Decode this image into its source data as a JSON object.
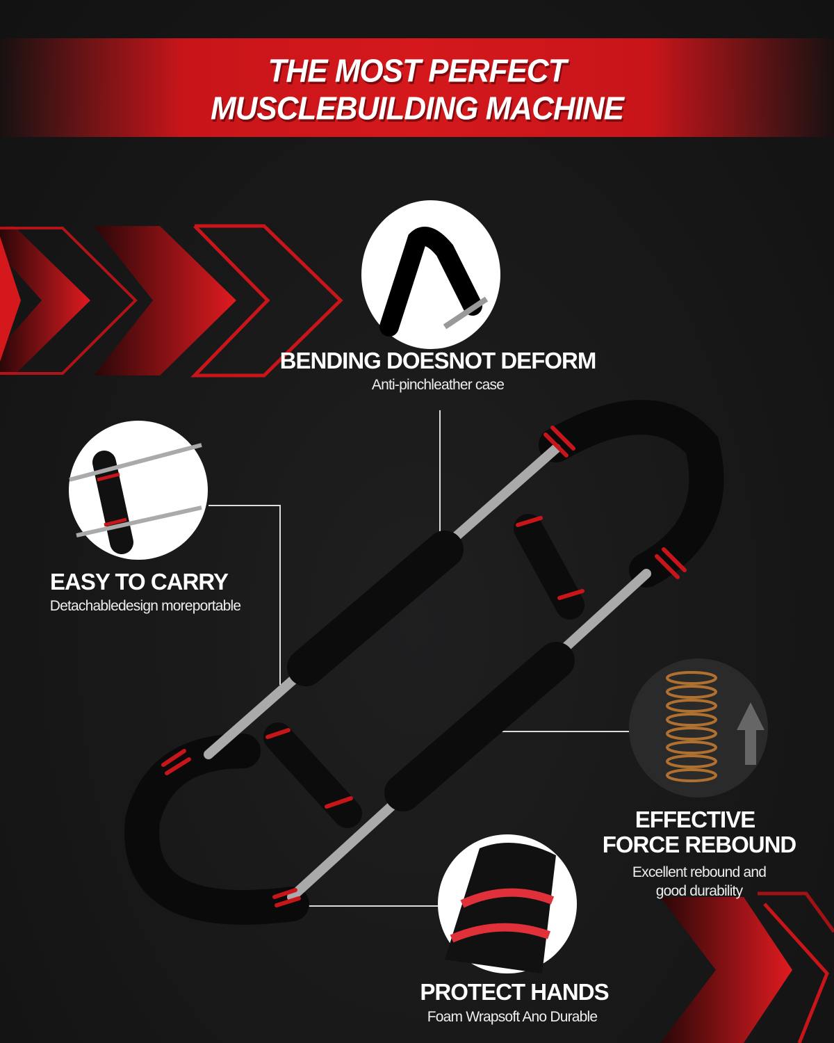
{
  "banner": {
    "line1": "THE MOST PERFECT",
    "line2": "MUSCLEBUILDING MACHINE"
  },
  "features": [
    {
      "title": "BENDING DOESNOT DEFORM",
      "subtitle": "Anti-pinchleather case"
    },
    {
      "title": "EASY TO CARRY",
      "subtitle": "Detachabledesign moreportable"
    },
    {
      "title_line1": "EFFECTIVE",
      "title_line2": "FORCE REBOUND",
      "subtitle_line1": "Excellent rebound and",
      "subtitle_line2": "good durability"
    },
    {
      "title": "PROTECT HANDS",
      "subtitle": "Foam Wrapsoft Ano Durable"
    }
  ],
  "colors": {
    "accent": "#d4181c",
    "background": "#1b1b1c"
  }
}
